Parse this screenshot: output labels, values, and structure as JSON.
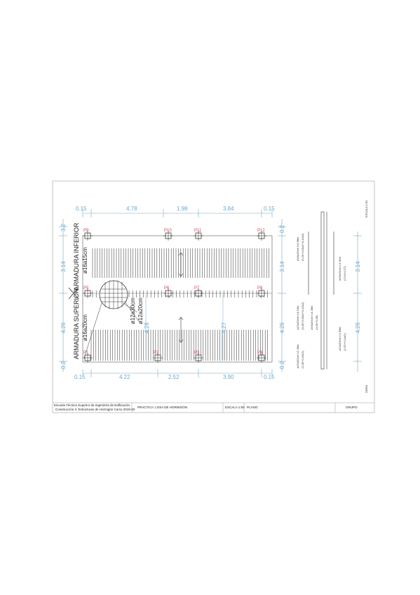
{
  "dimensions": {
    "top": [
      "0.15",
      "4.78",
      "1.98",
      "3.84",
      "0.15"
    ],
    "bottom": [
      "0.15",
      "4.22",
      "2.52",
      "3.90",
      "0.15"
    ],
    "left": [
      "3.2",
      "3.14",
      "4.26",
      "0.2"
    ],
    "right_inner": [
      "0.2",
      "3.14",
      "4.26",
      "0.2"
    ],
    "right_outer": [
      "3.14",
      "4.26"
    ],
    "inner_vertical": [
      "4.28",
      "4.27"
    ]
  },
  "pillars": [
    "P1",
    "P2",
    "P3",
    "P4",
    "P5",
    "P6",
    "P7",
    "P8",
    "P9",
    "P10",
    "P11",
    "P12"
  ],
  "labels": {
    "armadura_inferior": "ARMADURA INFERIOR",
    "armadura_superior": "ARMADURA SUPERIOR",
    "bar_top": "ø16a15cm",
    "bar_bottom": "ø16a20cm",
    "bar_mid_1": "ø12a20cm",
    "bar_mid_2": "ø12a30cm"
  },
  "schedule": [
    "ø16a15cm  l=4.98m",
    "(5,20+0,20x2+0,10x2)",
    "ø12a20cm  l=4.16m",
    "(4,00+0,20x2+0,10x2)",
    "ø12a30cm  l=2.35m",
    "(2,05+0,15x2)",
    "ø16a20cm  l=4.28m",
    "(4,00+0,28)",
    "ø16a15cm  l=3.41m",
    "(3,14+0,27)",
    "ø12a20cm  l=2.80m",
    "(2,52+0,14x2)"
  ],
  "right_notes": [
    "ESCALA 1:50",
    "OBRA"
  ],
  "title_block": {
    "school_line1": "Escuela Técnica Superior de Ingeniería de Edificación",
    "school_line2": "Construcción II. Estructuras de Hormigón   Curso 2019-20",
    "title": "PRÁCTICA: LOSA DE HORMIGÓN",
    "scale": "ESCALA 1:50",
    "plano_label": "PLANO:",
    "grupo_label": "GRUPO"
  },
  "colors": {
    "dimension": "#6fa8c8",
    "pillar_label": "#d0474f",
    "rebar": "#2b2b2b",
    "frame": "#b0b0b0"
  }
}
